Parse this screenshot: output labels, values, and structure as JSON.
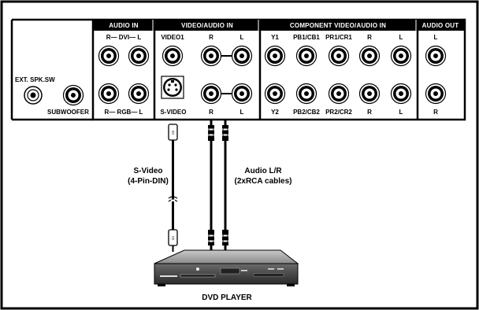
{
  "panel": {
    "headers": {
      "audio_in": "AUDIO IN",
      "video_audio_in": "VIDEO/AUDIO IN",
      "component_video_audio_in": "COMPONENT VIDEO/AUDIO IN",
      "audio_out": "AUDIO OUT"
    },
    "top_labels": {
      "audio_in": "R— DVI— L",
      "video1": "VIDEO1",
      "r": "R",
      "l": "L",
      "y1": "Y1",
      "pb1": "PB1/CB1",
      "pr1": "PR1/CR1",
      "comp_r": "R",
      "comp_l": "L",
      "out_l": "L"
    },
    "bottom_labels": {
      "audio_in": "R— RGB— L",
      "svideo": "S-VIDEO",
      "r": "R",
      "l": "L",
      "y2": "Y2",
      "pb2": "PB2/CB2",
      "pr2": "PR2/CR2",
      "comp_r": "R",
      "comp_l": "L",
      "out_r": "R"
    },
    "ext_spk_sw": "EXT. SPK.SW",
    "subwoofer": "SUBWOOFER"
  },
  "cables": {
    "svideo_label_1": "S-Video",
    "svideo_label_2": "(4-Pin-DIN)",
    "audio_label_1": "Audio L/R",
    "audio_label_2": "(2xRCA cables)"
  },
  "device": {
    "label": "DVD PLAYER"
  }
}
